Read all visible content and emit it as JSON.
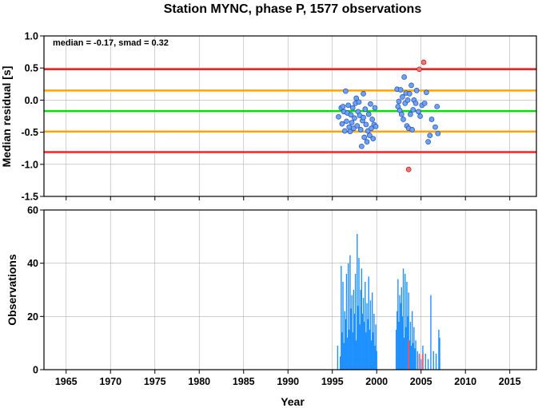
{
  "title": "Station MYNC, phase P, 1577 observations",
  "colors": {
    "red_line": "#ff2020",
    "orange_line": "#ffa500",
    "green_line": "#00e000",
    "point_fill": "#6ea0ff",
    "outlier_fill": "#ff7070",
    "bar_blue": "#1e90ff",
    "bar_red": "#ff5050",
    "grid": "#b0b0b0"
  },
  "chart_data": [
    {
      "type": "scatter",
      "ylabel": "Median residual [s]",
      "xlim": [
        1962.5,
        2018
      ],
      "ylim": [
        -1.5,
        1.0
      ],
      "yticks": [
        "1.0",
        "0.5",
        "0.0",
        "-0.5",
        "-1.0",
        "-1.5"
      ],
      "ytick_values": [
        1.0,
        0.5,
        0.0,
        -0.5,
        -1.0,
        -1.5
      ],
      "grid": true,
      "annotation": "median = -0.17, smad = 0.32",
      "reference_lines": [
        {
          "y": 0.48,
          "color": "red"
        },
        {
          "y": 0.15,
          "color": "orange"
        },
        {
          "y": -0.17,
          "color": "green"
        },
        {
          "y": -0.49,
          "color": "orange"
        },
        {
          "y": -0.81,
          "color": "red"
        }
      ],
      "points": [
        [
          1995.7,
          -0.26
        ],
        [
          1996.0,
          -0.12
        ],
        [
          1996.1,
          -0.37
        ],
        [
          1996.2,
          -0.1
        ],
        [
          1996.3,
          -0.18
        ],
        [
          1996.4,
          -0.48
        ],
        [
          1996.5,
          0.14
        ],
        [
          1996.6,
          -0.33
        ],
        [
          1996.7,
          -0.2
        ],
        [
          1996.8,
          -0.08
        ],
        [
          1996.9,
          -0.42
        ],
        [
          1997.0,
          -0.49
        ],
        [
          1997.1,
          -0.23
        ],
        [
          1997.2,
          -0.35
        ],
        [
          1997.3,
          -0.12
        ],
        [
          1997.4,
          -0.44
        ],
        [
          1997.5,
          -0.28
        ],
        [
          1997.6,
          -0.05
        ],
        [
          1997.7,
          0.03
        ],
        [
          1997.8,
          -0.4
        ],
        [
          1997.9,
          -0.18
        ],
        [
          1998.0,
          -0.03
        ],
        [
          1998.1,
          -0.24
        ],
        [
          1998.2,
          -0.46
        ],
        [
          1998.3,
          -0.72
        ],
        [
          1998.4,
          -0.32
        ],
        [
          1998.5,
          0.1
        ],
        [
          1998.5,
          -0.27
        ],
        [
          1998.6,
          -0.58
        ],
        [
          1998.7,
          -0.14
        ],
        [
          1998.8,
          -0.38
        ],
        [
          1998.9,
          -0.65
        ],
        [
          1999.0,
          -0.48
        ],
        [
          1999.1,
          -0.22
        ],
        [
          1999.2,
          -0.55
        ],
        [
          1999.3,
          -0.06
        ],
        [
          1999.4,
          -0.44
        ],
        [
          1999.5,
          -0.3
        ],
        [
          1999.6,
          -0.6
        ],
        [
          1999.7,
          -0.38
        ],
        [
          1999.8,
          -0.12
        ],
        [
          1999.9,
          -0.41
        ],
        [
          2002.3,
          0.17
        ],
        [
          2002.4,
          -0.1
        ],
        [
          2002.5,
          -0.02
        ],
        [
          2002.6,
          -0.16
        ],
        [
          2002.7,
          0.16
        ],
        [
          2002.8,
          -0.22
        ],
        [
          2002.9,
          0.05
        ],
        [
          2003.0,
          -0.3
        ],
        [
          2003.1,
          0.36
        ],
        [
          2003.2,
          -0.05
        ],
        [
          2003.3,
          0.11
        ],
        [
          2003.4,
          -0.4
        ],
        [
          2003.5,
          0.0
        ],
        [
          2003.6,
          -0.44
        ],
        [
          2003.7,
          0.1
        ],
        [
          2003.8,
          -0.22
        ],
        [
          2003.9,
          0.23
        ],
        [
          2004.0,
          -0.46
        ],
        [
          2004.1,
          -0.15
        ],
        [
          2004.2,
          0.0
        ],
        [
          2004.4,
          -0.05
        ],
        [
          2004.5,
          0.15
        ],
        [
          2004.7,
          -0.18
        ],
        [
          2004.9,
          -0.25
        ],
        [
          2005.1,
          -0.08
        ],
        [
          2005.4,
          -0.05
        ],
        [
          2005.6,
          0.12
        ],
        [
          2005.8,
          -0.65
        ],
        [
          2006.0,
          -0.55
        ],
        [
          2006.2,
          -0.3
        ],
        [
          2006.6,
          -0.42
        ],
        [
          2006.8,
          -0.1
        ],
        [
          2006.9,
          -0.52
        ]
      ],
      "outliers": [
        [
          2003.6,
          -1.08
        ],
        [
          2004.8,
          0.48
        ],
        [
          2005.3,
          0.59
        ]
      ]
    },
    {
      "type": "bar",
      "xlabel": "Year",
      "ylabel": "Observations",
      "xlim": [
        1962.5,
        2018
      ],
      "ylim": [
        0,
        60
      ],
      "xticks": [
        "1965",
        "1970",
        "1975",
        "1980",
        "1985",
        "1990",
        "1995",
        "2000",
        "2005",
        "2010",
        "2015"
      ],
      "xtick_values": [
        1965,
        1970,
        1975,
        1980,
        1985,
        1990,
        1995,
        2000,
        2005,
        2010,
        2015
      ],
      "yticks": [
        "60",
        "40",
        "20",
        "0"
      ],
      "ytick_values": [
        60,
        40,
        20,
        0
      ],
      "grid": true,
      "blue_bars": [
        [
          1995.6,
          9
        ],
        [
          1995.9,
          5
        ],
        [
          1996.0,
          39
        ],
        [
          1996.1,
          14
        ],
        [
          1996.2,
          33
        ],
        [
          1996.3,
          10
        ],
        [
          1996.4,
          22
        ],
        [
          1996.5,
          19
        ],
        [
          1996.6,
          36
        ],
        [
          1996.7,
          12
        ],
        [
          1996.8,
          40
        ],
        [
          1996.9,
          15
        ],
        [
          1997.0,
          43
        ],
        [
          1997.1,
          23
        ],
        [
          1997.2,
          28
        ],
        [
          1997.3,
          14
        ],
        [
          1997.4,
          30
        ],
        [
          1997.5,
          21
        ],
        [
          1997.6,
          36
        ],
        [
          1997.7,
          11
        ],
        [
          1997.8,
          51
        ],
        [
          1997.9,
          24
        ],
        [
          1998.0,
          42
        ],
        [
          1998.1,
          17
        ],
        [
          1998.2,
          30
        ],
        [
          1998.3,
          38
        ],
        [
          1998.4,
          21
        ],
        [
          1998.5,
          27
        ],
        [
          1998.6,
          18
        ],
        [
          1998.7,
          33
        ],
        [
          1998.8,
          14
        ],
        [
          1998.9,
          25
        ],
        [
          1999.0,
          19
        ],
        [
          1999.1,
          35
        ],
        [
          1999.2,
          15
        ],
        [
          1999.3,
          26
        ],
        [
          1999.4,
          11
        ],
        [
          1999.5,
          29
        ],
        [
          1999.6,
          14
        ],
        [
          1999.7,
          21
        ],
        [
          1999.8,
          9
        ],
        [
          1999.9,
          17
        ],
        [
          2000.0,
          7
        ],
        [
          2002.2,
          15
        ],
        [
          2002.3,
          22
        ],
        [
          2002.4,
          34
        ],
        [
          2002.5,
          18
        ],
        [
          2002.6,
          28
        ],
        [
          2002.7,
          25
        ],
        [
          2002.8,
          31
        ],
        [
          2002.9,
          20
        ],
        [
          2003.0,
          38
        ],
        [
          2003.1,
          12
        ],
        [
          2003.2,
          36
        ],
        [
          2003.3,
          16
        ],
        [
          2003.4,
          33
        ],
        [
          2003.5,
          20
        ],
        [
          2003.6,
          29
        ],
        [
          2003.7,
          11
        ],
        [
          2003.8,
          18
        ],
        [
          2003.9,
          9
        ],
        [
          2004.0,
          22
        ],
        [
          2004.1,
          10
        ],
        [
          2004.2,
          16
        ],
        [
          2004.3,
          8
        ],
        [
          2004.4,
          11
        ],
        [
          2004.6,
          7
        ],
        [
          2004.8,
          5
        ],
        [
          2005.0,
          4
        ],
        [
          2005.2,
          9
        ],
        [
          2005.5,
          6
        ],
        [
          2005.8,
          4
        ],
        [
          2006.1,
          28
        ],
        [
          2006.4,
          7
        ],
        [
          2006.7,
          6
        ],
        [
          2007.0,
          15
        ],
        [
          2007.1,
          12
        ]
      ],
      "red_bars": [
        [
          2003.6,
          11
        ],
        [
          2004.8,
          6
        ],
        [
          2005.2,
          6
        ]
      ]
    }
  ]
}
